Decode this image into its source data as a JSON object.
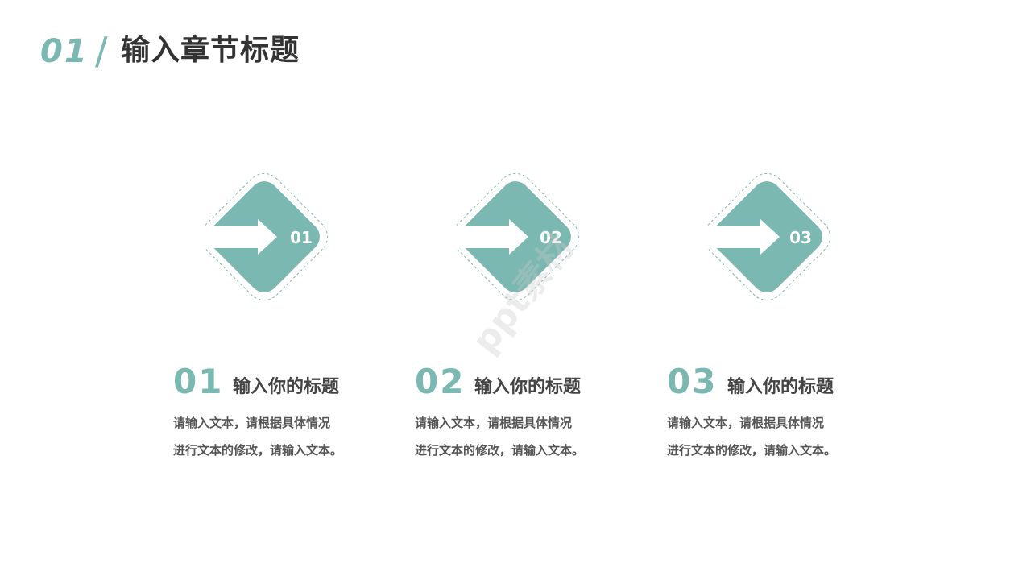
{
  "header": {
    "number": "01",
    "slash": "/",
    "title": "输入章节标题"
  },
  "colors": {
    "accent": "#7ab8b1",
    "text_dark": "#333333",
    "text_body": "#555555"
  },
  "cards": [
    {
      "icon_number": "01",
      "number": "01",
      "title": "输入你的标题",
      "desc_line1": "请输入文本，请根据具体情况",
      "desc_line2": "进行文本的修改，请输入文本。"
    },
    {
      "icon_number": "02",
      "number": "02",
      "title": "输入你的标题",
      "desc_line1": "请输入文本，请根据具体情况",
      "desc_line2": "进行文本的修改，请输入文本。"
    },
    {
      "icon_number": "03",
      "number": "03",
      "title": "输入你的标题",
      "desc_line1": "请输入文本，请根据具体情况",
      "desc_line2": "进行文本的修改，请输入文本。"
    }
  ],
  "watermark": "ppt素材"
}
